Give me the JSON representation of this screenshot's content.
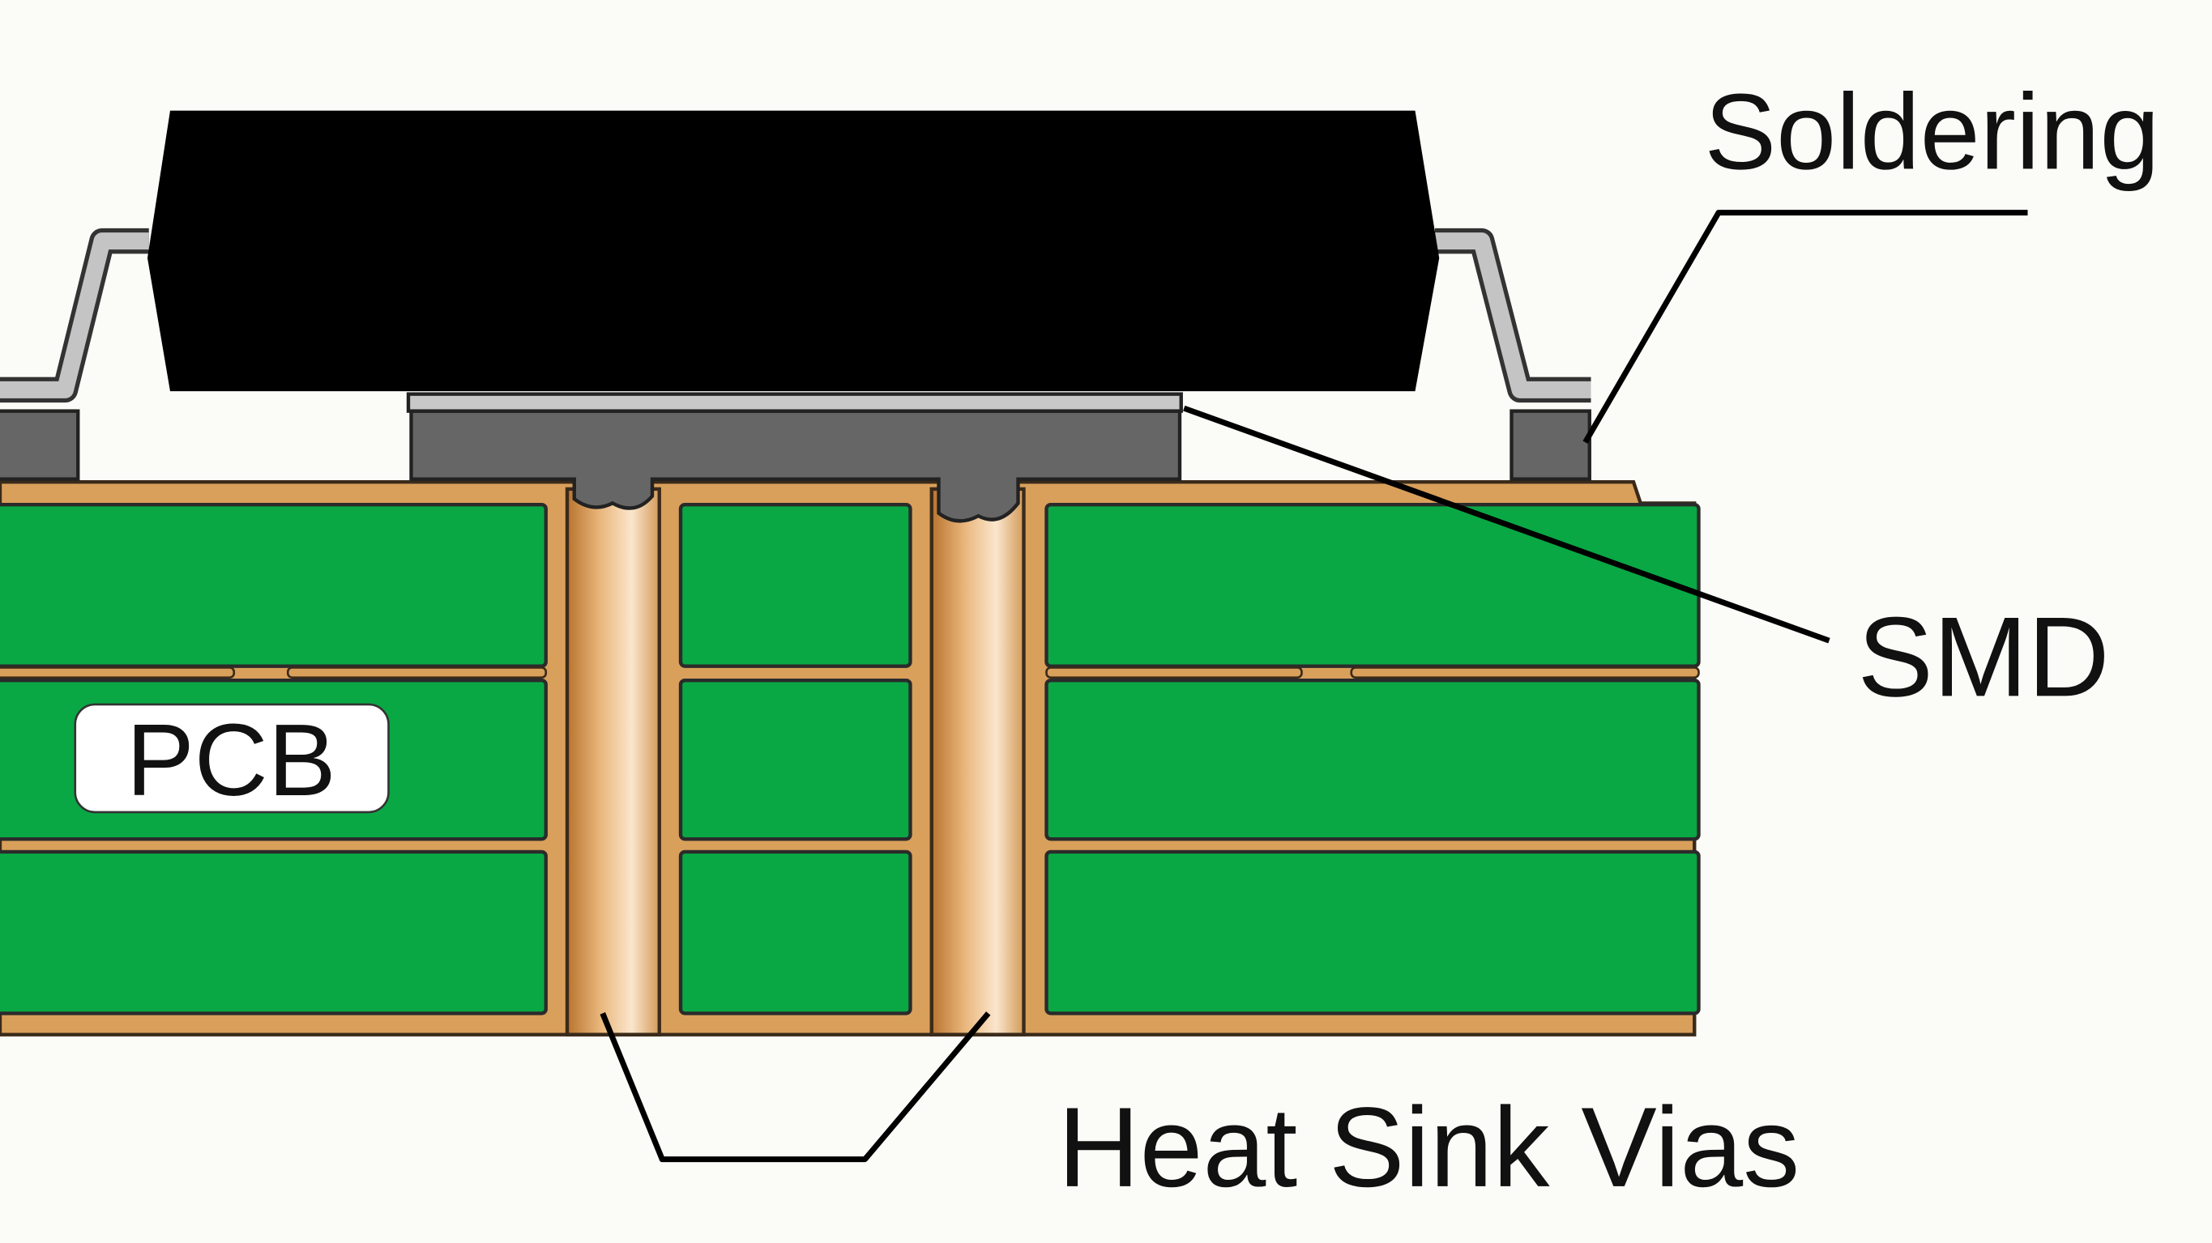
{
  "labels": {
    "soldering": "Soldering",
    "smd": "SMD",
    "pcb": "PCB",
    "heat_sink_vias": "Heat Sink Vias"
  },
  "colors": {
    "background": "#fbfbf7",
    "chip_body": "#000000",
    "lead": "#c4c4c4",
    "solder": "#666666",
    "pcb_green": "#09a844",
    "copper": "#d9a05b",
    "outline": "#3a2a1a"
  }
}
